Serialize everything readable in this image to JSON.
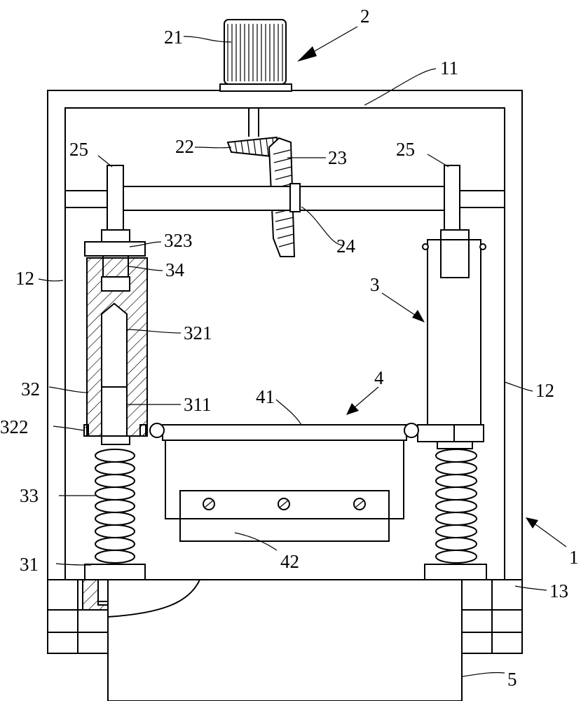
{
  "labels": {
    "l21": "21",
    "l2": "2",
    "l11": "11",
    "l22": "22",
    "l23": "23",
    "l25a": "25",
    "l25b": "25",
    "l323": "323",
    "l24": "24",
    "l34": "34",
    "l12a": "12",
    "l3": "3",
    "l321": "321",
    "l4": "4",
    "l41": "41",
    "l32": "32",
    "l311": "311",
    "l12b": "12",
    "l322": "322",
    "l33": "33",
    "l1": "1",
    "l42": "42",
    "l31": "31",
    "l13": "13",
    "l5": "5"
  }
}
